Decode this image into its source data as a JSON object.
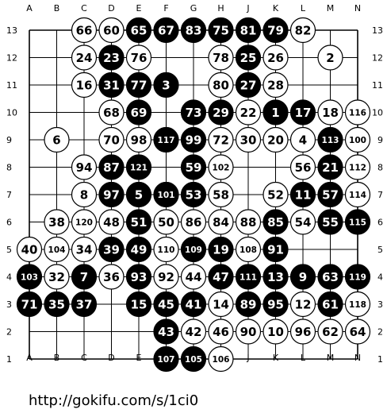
{
  "board": {
    "size": 13,
    "columns": [
      "A",
      "B",
      "C",
      "D",
      "E",
      "F",
      "G",
      "H",
      "J",
      "K",
      "L",
      "M",
      "N"
    ],
    "rows": [
      "13",
      "12",
      "11",
      "10",
      "9",
      "8",
      "7",
      "6",
      "5",
      "4",
      "3",
      "2",
      "1"
    ]
  },
  "stones": [
    {
      "pt": "C13",
      "color": "white",
      "label": "66"
    },
    {
      "pt": "D13",
      "color": "white",
      "label": "60"
    },
    {
      "pt": "E13",
      "color": "black",
      "label": "65"
    },
    {
      "pt": "F13",
      "color": "black",
      "label": "67"
    },
    {
      "pt": "G13",
      "color": "black",
      "label": "83"
    },
    {
      "pt": "H13",
      "color": "black",
      "label": "75"
    },
    {
      "pt": "J13",
      "color": "black",
      "label": "81"
    },
    {
      "pt": "K13",
      "color": "black",
      "label": "79"
    },
    {
      "pt": "L13",
      "color": "white",
      "label": "82"
    },
    {
      "pt": "C12",
      "color": "white",
      "label": "24"
    },
    {
      "pt": "D12",
      "color": "black",
      "label": "23"
    },
    {
      "pt": "E12",
      "color": "white",
      "label": "76"
    },
    {
      "pt": "H12",
      "color": "white",
      "label": "78"
    },
    {
      "pt": "J12",
      "color": "black",
      "label": "25"
    },
    {
      "pt": "K12",
      "color": "white",
      "label": "26"
    },
    {
      "pt": "M12",
      "color": "white",
      "label": "2"
    },
    {
      "pt": "C11",
      "color": "white",
      "label": "16"
    },
    {
      "pt": "D11",
      "color": "black",
      "label": "31"
    },
    {
      "pt": "E11",
      "color": "black",
      "label": "77"
    },
    {
      "pt": "F11",
      "color": "black",
      "label": "3"
    },
    {
      "pt": "H11",
      "color": "white",
      "label": "80"
    },
    {
      "pt": "J11",
      "color": "black",
      "label": "27"
    },
    {
      "pt": "K11",
      "color": "white",
      "label": "28"
    },
    {
      "pt": "D10",
      "color": "white",
      "label": "68"
    },
    {
      "pt": "E10",
      "color": "black",
      "label": "69"
    },
    {
      "pt": "G10",
      "color": "black",
      "label": "73"
    },
    {
      "pt": "H10",
      "color": "black",
      "label": "29"
    },
    {
      "pt": "J10",
      "color": "white",
      "label": "22"
    },
    {
      "pt": "K10",
      "color": "black",
      "label": "1"
    },
    {
      "pt": "L10",
      "color": "black",
      "label": "17"
    },
    {
      "pt": "M10",
      "color": "white",
      "label": "18"
    },
    {
      "pt": "N10",
      "color": "white",
      "label": "116"
    },
    {
      "pt": "B9",
      "color": "white",
      "label": "6"
    },
    {
      "pt": "D9",
      "color": "white",
      "label": "70"
    },
    {
      "pt": "E9",
      "color": "white",
      "label": "98"
    },
    {
      "pt": "F9",
      "color": "black",
      "label": "117"
    },
    {
      "pt": "G9",
      "color": "black",
      "label": "99"
    },
    {
      "pt": "H9",
      "color": "white",
      "label": "72"
    },
    {
      "pt": "J9",
      "color": "white",
      "label": "30"
    },
    {
      "pt": "K9",
      "color": "white",
      "label": "20"
    },
    {
      "pt": "L9",
      "color": "white",
      "label": "4"
    },
    {
      "pt": "M9",
      "color": "black",
      "label": "113"
    },
    {
      "pt": "N9",
      "color": "white",
      "label": "100"
    },
    {
      "pt": "C8",
      "color": "white",
      "label": "94"
    },
    {
      "pt": "D8",
      "color": "black",
      "label": "87"
    },
    {
      "pt": "E8",
      "color": "black",
      "label": "121"
    },
    {
      "pt": "G8",
      "color": "black",
      "label": "59"
    },
    {
      "pt": "H8",
      "color": "white",
      "label": "102"
    },
    {
      "pt": "L8",
      "color": "white",
      "label": "56"
    },
    {
      "pt": "M8",
      "color": "black",
      "label": "21"
    },
    {
      "pt": "N8",
      "color": "white",
      "label": "112"
    },
    {
      "pt": "C7",
      "color": "white",
      "label": "8"
    },
    {
      "pt": "D7",
      "color": "black",
      "label": "97"
    },
    {
      "pt": "E7",
      "color": "black",
      "label": "5"
    },
    {
      "pt": "F7",
      "color": "black",
      "label": "101"
    },
    {
      "pt": "G7",
      "color": "black",
      "label": "53"
    },
    {
      "pt": "H7",
      "color": "white",
      "label": "58"
    },
    {
      "pt": "K7",
      "color": "white",
      "label": "52"
    },
    {
      "pt": "L7",
      "color": "black",
      "label": "11"
    },
    {
      "pt": "M7",
      "color": "black",
      "label": "57"
    },
    {
      "pt": "N7",
      "color": "white",
      "label": "114"
    },
    {
      "pt": "B6",
      "color": "white",
      "label": "38"
    },
    {
      "pt": "C6",
      "color": "white",
      "label": "120"
    },
    {
      "pt": "D6",
      "color": "white",
      "label": "48"
    },
    {
      "pt": "E6",
      "color": "black",
      "label": "51"
    },
    {
      "pt": "F6",
      "color": "white",
      "label": "50"
    },
    {
      "pt": "G6",
      "color": "white",
      "label": "86"
    },
    {
      "pt": "H6",
      "color": "white",
      "label": "84"
    },
    {
      "pt": "J6",
      "color": "white",
      "label": "88"
    },
    {
      "pt": "K6",
      "color": "black",
      "label": "85"
    },
    {
      "pt": "L6",
      "color": "white",
      "label": "54"
    },
    {
      "pt": "M6",
      "color": "black",
      "label": "55"
    },
    {
      "pt": "N6",
      "color": "black",
      "label": "115"
    },
    {
      "pt": "A5",
      "color": "white",
      "label": "40"
    },
    {
      "pt": "B5",
      "color": "white",
      "label": "104"
    },
    {
      "pt": "C5",
      "color": "white",
      "label": "34"
    },
    {
      "pt": "D5",
      "color": "black",
      "label": "39"
    },
    {
      "pt": "E5",
      "color": "black",
      "label": "49"
    },
    {
      "pt": "F5",
      "color": "white",
      "label": "110"
    },
    {
      "pt": "G5",
      "color": "black",
      "label": "109"
    },
    {
      "pt": "H5",
      "color": "black",
      "label": "19"
    },
    {
      "pt": "J5",
      "color": "white",
      "label": "108"
    },
    {
      "pt": "K5",
      "color": "black",
      "label": "91"
    },
    {
      "pt": "A4",
      "color": "black",
      "label": "103"
    },
    {
      "pt": "B4",
      "color": "white",
      "label": "32"
    },
    {
      "pt": "C4",
      "color": "black",
      "label": "7"
    },
    {
      "pt": "D4",
      "color": "white",
      "label": "36"
    },
    {
      "pt": "E4",
      "color": "black",
      "label": "93"
    },
    {
      "pt": "F4",
      "color": "white",
      "label": "92"
    },
    {
      "pt": "G4",
      "color": "white",
      "label": "44"
    },
    {
      "pt": "H4",
      "color": "black",
      "label": "47"
    },
    {
      "pt": "J4",
      "color": "black",
      "label": "111"
    },
    {
      "pt": "K4",
      "color": "black",
      "label": "13"
    },
    {
      "pt": "L4",
      "color": "black",
      "label": "9"
    },
    {
      "pt": "M4",
      "color": "black",
      "label": "63"
    },
    {
      "pt": "N4",
      "color": "black",
      "label": "119"
    },
    {
      "pt": "A3",
      "color": "black",
      "label": "71"
    },
    {
      "pt": "B3",
      "color": "black",
      "label": "35"
    },
    {
      "pt": "C3",
      "color": "black",
      "label": "37"
    },
    {
      "pt": "E3",
      "color": "black",
      "label": "15"
    },
    {
      "pt": "F3",
      "color": "black",
      "label": "45"
    },
    {
      "pt": "G3",
      "color": "black",
      "label": "41"
    },
    {
      "pt": "H3",
      "color": "white",
      "label": "14"
    },
    {
      "pt": "J3",
      "color": "black",
      "label": "89"
    },
    {
      "pt": "K3",
      "color": "black",
      "label": "95"
    },
    {
      "pt": "L3",
      "color": "white",
      "label": "12"
    },
    {
      "pt": "M3",
      "color": "black",
      "label": "61"
    },
    {
      "pt": "N3",
      "color": "white",
      "label": "118"
    },
    {
      "pt": "F2",
      "color": "black",
      "label": "43"
    },
    {
      "pt": "G2",
      "color": "white",
      "label": "42"
    },
    {
      "pt": "H2",
      "color": "white",
      "label": "46"
    },
    {
      "pt": "J2",
      "color": "white",
      "label": "90"
    },
    {
      "pt": "K2",
      "color": "white",
      "label": "10"
    },
    {
      "pt": "L2",
      "color": "white",
      "label": "96"
    },
    {
      "pt": "M2",
      "color": "white",
      "label": "62"
    },
    {
      "pt": "N2",
      "color": "white",
      "label": "64"
    },
    {
      "pt": "F1",
      "color": "black",
      "label": "107"
    },
    {
      "pt": "G1",
      "color": "black",
      "label": "105"
    },
    {
      "pt": "H1",
      "color": "white",
      "label": "106"
    }
  ],
  "footer": {
    "url": "http://gokifu.com/s/1ci0"
  }
}
